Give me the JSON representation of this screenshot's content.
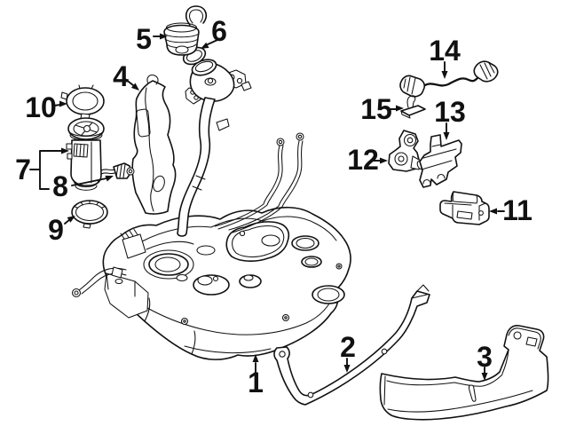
{
  "diagram": {
    "description": "exploded-parts-line-drawing-fuel-tank-assembly",
    "background": "#ffffff",
    "line_color": "#111111",
    "callouts": [
      {
        "label": "1"
      },
      {
        "label": "2"
      },
      {
        "label": "3"
      },
      {
        "label": "4"
      },
      {
        "label": "5"
      },
      {
        "label": "6"
      },
      {
        "label": "7"
      },
      {
        "label": "8"
      },
      {
        "label": "9"
      },
      {
        "label": "10"
      },
      {
        "label": "11"
      },
      {
        "label": "12"
      },
      {
        "label": "13"
      },
      {
        "label": "14"
      },
      {
        "label": "15"
      }
    ]
  }
}
